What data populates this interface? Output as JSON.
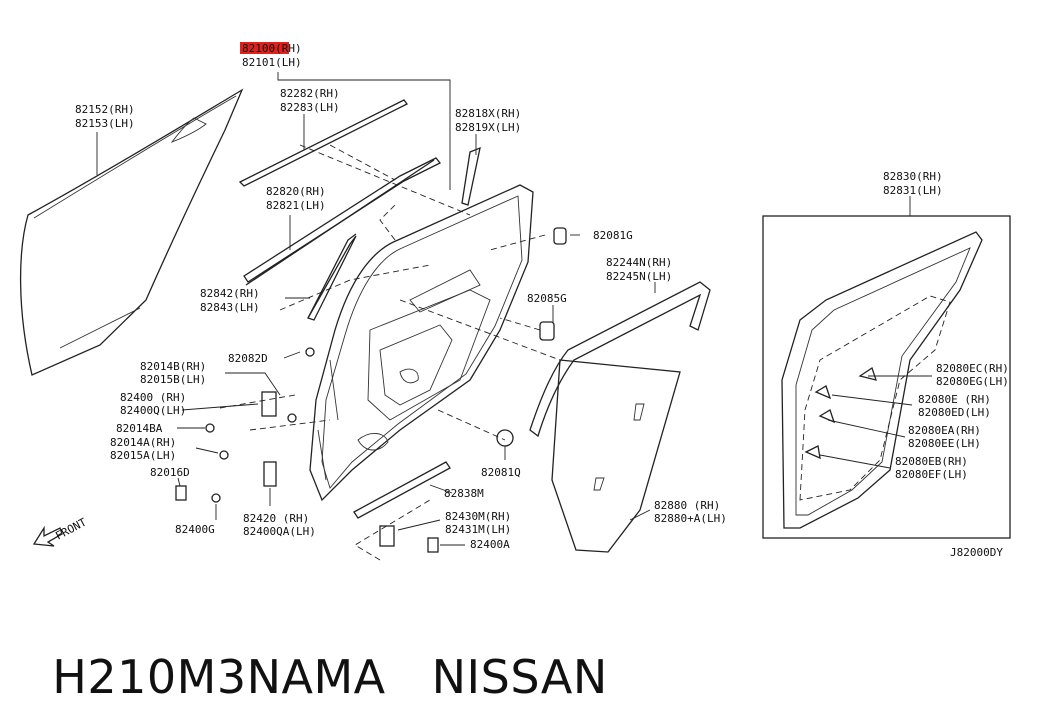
{
  "diagram_code": "J82000DY",
  "footer": {
    "part_number": "H210M3NAMA",
    "brand": "NISSAN"
  },
  "front_indicator": "FRONT",
  "labels": {
    "door_assy_rh": "82100(RH)",
    "door_assy_lh": "82101(LH)",
    "panel_rh": "82152(RH)",
    "panel_lh": "82153(LH)",
    "moulding_rh": "82282(RH)",
    "moulding_lh": "82283(LH)",
    "cover_rh": "82818X(RH)",
    "cover_lh": "82819X(LH)",
    "outer_strip_rh": "82820(RH)",
    "outer_strip_lh": "82821(LH)",
    "clip_81g": "82081G",
    "sash_rh": "82244N(RH)",
    "sash_lh": "82245N(LH)",
    "pillar_rh": "82842(RH)",
    "pillar_lh": "82843(LH)",
    "grommet_85g": "82085G",
    "bolt_82d": "82082D",
    "hinge_upper_rh": "82014B(RH)",
    "hinge_upper_lh": "82015B(LH)",
    "hinge_rh": "82400 (RH)",
    "hinge_lh": "82400Q(LH)",
    "bolt_14ba": "82014BA",
    "hinge_lower_rh": "82014A(RH)",
    "hinge_lower_lh": "82015A(LH)",
    "bolt_16d": "82016D",
    "hole_cover": "82081Q",
    "inner_strip": "82838M",
    "check_rh": "82420   (RH)",
    "check_lh": "82400QA(LH)",
    "nut_400g": "82400G",
    "regulator_rh": "82430M(RH)",
    "regulator_lh": "82431M(LH)",
    "nut_400a": "82400A",
    "glass_rh": "82880   (RH)",
    "glass_lh": "82880+A(LH)",
    "weatherstrip_rh": "82830(RH)",
    "weatherstrip_lh": "82831(LH)",
    "clip_ec_rh": "82080EC(RH)",
    "clip_ec_lh": "82080EG(LH)",
    "clip_e_rh": "82080E  (RH)",
    "clip_e_lh": "82080ED(LH)",
    "clip_ea_rh": "82080EA(RH)",
    "clip_ea_lh": "82080EE(LH)",
    "clip_eb_rh": "82080EB(RH)",
    "clip_eb_lh": "82080EF(LH)"
  }
}
